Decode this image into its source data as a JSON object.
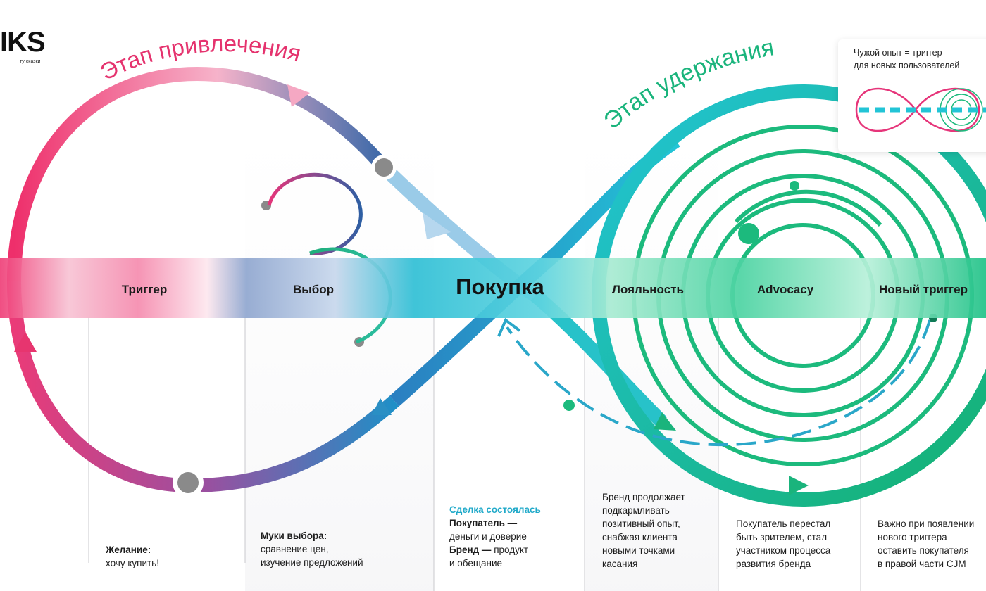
{
  "logo": {
    "text": "IKS",
    "tagline": "ту сказки"
  },
  "stages": {
    "attraction": "Этап привлечения",
    "retention": "Этап удержания"
  },
  "band": {
    "trigger": "Триггер",
    "choice": "Выбор",
    "purchase": "Покупка",
    "loyalty": "Лояльность",
    "advocacy": "Advocacy",
    "new_trigger": "Новый триггер"
  },
  "inset": {
    "line1": "Чужой опыт = триггер",
    "line2": "для новых пользователей"
  },
  "descriptions": {
    "trigger": {
      "bold": "Желание:",
      "text": "хочу купить!"
    },
    "choice": {
      "bold": "Муки выбора:",
      "line1": "сравнение цен,",
      "line2": "изучение предложений"
    },
    "purchase": {
      "accent": "Сделка состоялась",
      "buyer_bold": "Покупатель —",
      "buyer_text": "деньги и доверие",
      "brand_bold": "Бренд —",
      "brand_text": " продукт",
      "brand_text2": "и обещание"
    },
    "loyalty": {
      "line1": "Бренд продолжает",
      "line2": "подкармливать",
      "line3": "позитивный опыт,",
      "line4": "снабжая клиента",
      "line5": "новыми точками",
      "line6": "касания"
    },
    "advocacy": {
      "line1": "Покупатель перестал",
      "line2": "быть зрителем, стал",
      "line3": "участником процесса",
      "line4": "развития бренда"
    },
    "new_trigger": {
      "line1": "Важно при появлении",
      "line2": "нового триггера",
      "line3": "оставить покупателя",
      "line4": "в правой части CJM"
    }
  },
  "colors": {
    "pink": "#ee2f6b",
    "blue": "#3d7fc0",
    "cyan": "#22c4d6",
    "green": "#17b978",
    "grey_dot": "#8a8a8a"
  }
}
